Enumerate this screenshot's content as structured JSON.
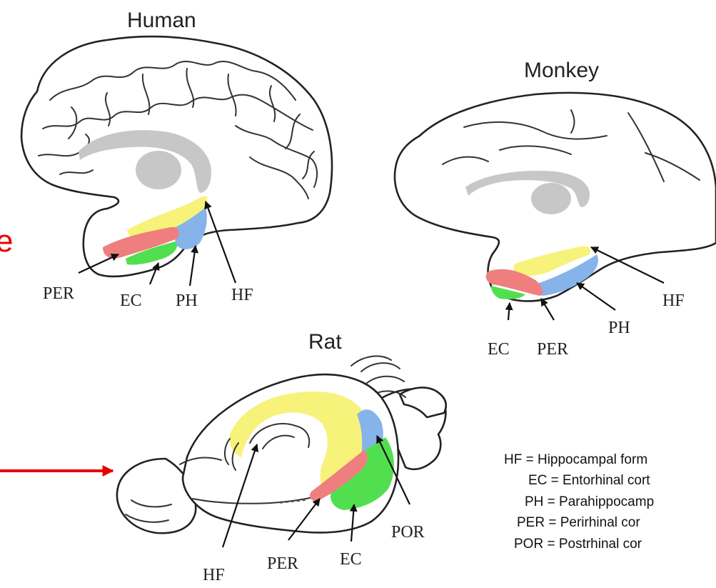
{
  "titles": {
    "human": "Human",
    "monkey": "Monkey",
    "rat": "Rat"
  },
  "human_labels": {
    "per": "PER",
    "ec": "EC",
    "ph": "PH",
    "hf": "HF"
  },
  "monkey_labels": {
    "hf": "HF",
    "ph": "PH",
    "ec": "EC",
    "per": "PER"
  },
  "rat_labels": {
    "hf": "HF",
    "per": "PER",
    "ec": "EC",
    "por": "POR"
  },
  "legend": [
    "HF = Hippocampal form",
    "EC = Entorhinal cort",
    "PH = Parahippocamp",
    "PER = Perirhinal cor",
    "POR = Postrhinal cor"
  ],
  "partial_left_letter": "e",
  "colors": {
    "hf_yellow": "#f7f27a",
    "per_red": "#ef7e7e",
    "ec_green": "#52df4f",
    "ph_blue": "#86b4ea",
    "callosum_gray": "#c7c7c7",
    "annotation_red": "#e80000"
  }
}
